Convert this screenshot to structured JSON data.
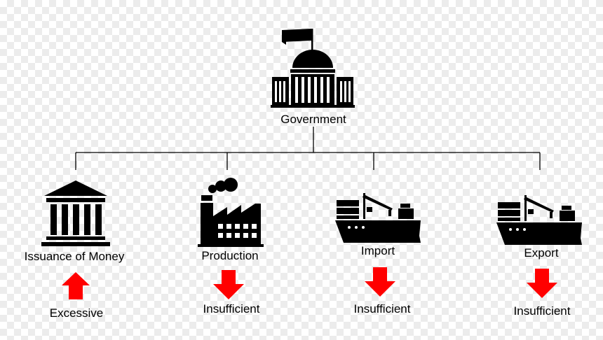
{
  "root": {
    "label": "Government",
    "icon": "government-capitol-icon"
  },
  "branches": [
    {
      "id": "issuance",
      "label": "Issuance of Money",
      "icon": "bank-icon",
      "trend": "up",
      "status": "Excessive"
    },
    {
      "id": "production",
      "label": "Production",
      "icon": "factory-icon",
      "trend": "down",
      "status": "Insufficient"
    },
    {
      "id": "import",
      "label": "Import",
      "icon": "cargo-ship-icon",
      "trend": "down",
      "status": "Insufficient"
    },
    {
      "id": "export",
      "label": "Export",
      "icon": "cargo-ship-icon",
      "trend": "down",
      "status": "Insufficient"
    }
  ],
  "colors": {
    "arrow": "#ff0000",
    "icon": "#000000",
    "line": "#000000"
  }
}
